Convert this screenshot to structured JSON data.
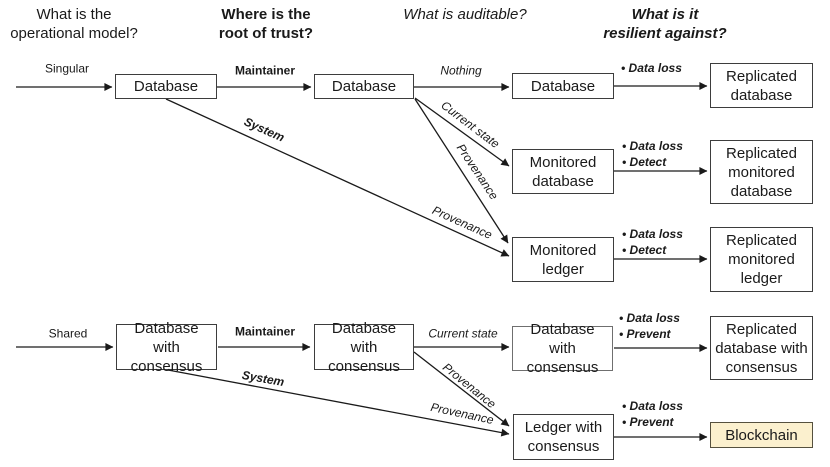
{
  "columns": {
    "c1": "What is the\noperational model?",
    "c2": "Where is the\nroot of trust?",
    "c3": "What is auditable?",
    "c4": "What is it\nresilient against?"
  },
  "boxes": {
    "db1": "Database",
    "db2": "Database",
    "db3": "Database",
    "replicated_db": "Replicated\ndatabase",
    "monitored_db": "Monitored\ndatabase",
    "replicated_monitored_db": "Replicated\nmonitored\ndatabase",
    "monitored_ledger": "Monitored\nledger",
    "replicated_monitored_ledger": "Replicated\nmonitored\nledger",
    "db_consensus1": "Database\nwith consensus",
    "db_consensus2": "Database with\nconsensus",
    "db_consensus3": "Database with\nconsensus",
    "replicated_db_consensus": "Replicated\ndatabase with\nconsensus",
    "ledger_consensus": "Ledger with\nconsensus",
    "blockchain": "Blockchain"
  },
  "edge_labels": {
    "singular": "Singular",
    "shared": "Shared",
    "maintainer_top": "Maintainer",
    "maintainer_bottom": "Maintainer",
    "system_top": "System",
    "system_bottom": "System",
    "nothing": "Nothing",
    "current_state_top": "Current state",
    "current_state_bottom": "Current state",
    "provenance_top_steep": "Provenance",
    "provenance_top_long": "Provenance",
    "provenance_bottom_steep": "Provenance",
    "provenance_bottom_long": "Provenance"
  },
  "resilience": {
    "r1": [
      "• Data loss"
    ],
    "r2": [
      "• Data loss",
      "• Detect"
    ],
    "r3": [
      "• Data loss",
      "• Detect"
    ],
    "r4": [
      "• Data loss",
      "• Prevent"
    ],
    "r5": [
      "• Data loss",
      "• Prevent"
    ]
  },
  "colors": {
    "highlight_fill": "#FBF0CE",
    "highlight_border": "#55503E",
    "box_border": "#3D3D3D",
    "line_color": "#1A1A1A"
  }
}
